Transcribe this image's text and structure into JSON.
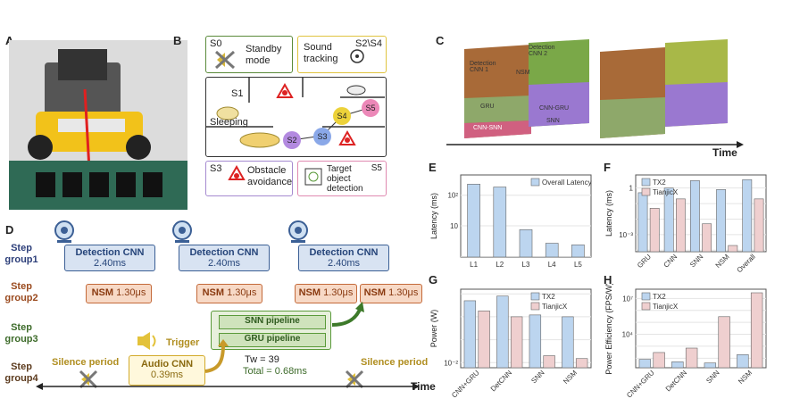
{
  "panels": {
    "A": "A",
    "B": "B",
    "C": "C",
    "D": "D",
    "E": "E",
    "F": "F",
    "G": "G",
    "H": "H"
  },
  "colors": {
    "cnn_fill": "#d8e3f2",
    "cnn_border": "#3b5f95",
    "nsm_fill": "#f7d9c6",
    "nsm_border": "#c46a3a",
    "snn_green": "#5a9a3a",
    "audio_yellow": "#e3c23a",
    "bar_blue": "#bcd5ef",
    "bar_pink": "#efcfcf"
  },
  "panel_b": {
    "s0_tag": "S0",
    "s0_text": "Standby mode",
    "s2s4_tag": "S2\\S4",
    "s2s4_text": "Sound tracking",
    "s1_tag": "S1",
    "s1_text": "Sleeping",
    "s3_tag": "S3",
    "s3_text": "Obstacle avoidance",
    "s5_tag": "S5",
    "s5_text": "Target object detection",
    "nodes": [
      "S2",
      "S3",
      "S4",
      "S5"
    ]
  },
  "panel_c": {
    "time_label": "Time",
    "layers": [
      "Detection CNN 1",
      "Detection CNN 2",
      "NSM",
      "GRU",
      "CNN-SNN",
      "CNN-GRU",
      "SNN"
    ]
  },
  "panel_d": {
    "groups": [
      {
        "l1": "Step",
        "l2": "group1"
      },
      {
        "l1": "Step",
        "l2": "group2"
      },
      {
        "l1": "Step",
        "l2": "group3"
      },
      {
        "l1": "Step",
        "l2": "group4"
      }
    ],
    "cnn_title": "Detection CNN",
    "cnn_time": "2.40ms",
    "nsm_label": "NSM",
    "nsm_time": "1.30μs",
    "snn_label": "SNN pipeline",
    "gru_label": "GRU pipeline",
    "trigger": "Trigger",
    "silence": "Silence period",
    "audio_title": "Audio CNN",
    "audio_time": "0.39ms",
    "tw": "Tw = 39",
    "total": "Total = 0.68ms",
    "time_label": "Time"
  },
  "chart_data": [
    {
      "panel": "E",
      "type": "bar",
      "scale": "log",
      "categories": [
        "L1",
        "L2",
        "L3",
        "L4",
        "L5"
      ],
      "series": [
        {
          "name": "Overall Latency",
          "values": [
            230,
            185,
            7.5,
            2.7,
            2.4
          ]
        }
      ],
      "ylabel": "Latency (ms)",
      "yticks": [
        "10",
        "10²"
      ],
      "ylim": [
        1,
        400
      ]
    },
    {
      "panel": "F",
      "type": "bar",
      "scale": "log",
      "categories": [
        "GRU",
        "CNN",
        "SNN",
        "NSM",
        "Overall"
      ],
      "series": [
        {
          "name": "TX2",
          "values": [
            0.5,
            1.0,
            3.0,
            0.8,
            3.5
          ]
        },
        {
          "name": "TianjicX",
          "values": [
            0.05,
            0.2,
            0.005,
            0.0002,
            0.2
          ]
        }
      ],
      "ylabel": "Latency (ms)",
      "yticks": [
        "10⁻³",
        "1"
      ]
    },
    {
      "panel": "G",
      "type": "bar",
      "scale": "log",
      "categories": [
        "CNN+GRU",
        "DetCNN",
        "SNN",
        "NSM"
      ],
      "series": [
        {
          "name": "TX2",
          "values": [
            5,
            8,
            1.2,
            1.0
          ]
        },
        {
          "name": "TianjicX",
          "values": [
            1.8,
            1.0,
            0.02,
            0.015
          ]
        }
      ],
      "ylabel": "Power (W)",
      "yticks": [
        "10⁻²"
      ]
    },
    {
      "panel": "H",
      "type": "bar",
      "scale": "log",
      "categories": [
        "CNN+GRU",
        "DetCNN",
        "SNN",
        "NSM"
      ],
      "series": [
        {
          "name": "TX2",
          "values": [
            80,
            50,
            40,
            200
          ]
        },
        {
          "name": "TianjicX",
          "values": [
            300,
            700,
            300000,
            30000000
          ]
        }
      ],
      "ylabel": "Power Efficiency (FPS/W)",
      "yticks": [
        "10⁴",
        "10⁷"
      ]
    }
  ]
}
